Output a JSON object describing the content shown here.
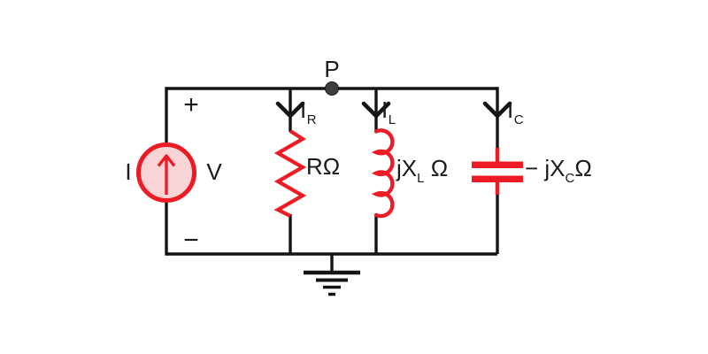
{
  "figure": {
    "type": "parallel-rlc-circuit-diagram",
    "colors": {
      "red": "#ED1C24",
      "pink": "#F9D4D6",
      "wire": "#141414",
      "node": "#3d3d3d",
      "text": "#1a1a1a"
    },
    "node_label": "P",
    "source": {
      "current_label": "I",
      "voltage_label": "V",
      "plus": "+",
      "minus": "−"
    },
    "currents": {
      "resistor": {
        "base": "I",
        "sub": "R"
      },
      "inductor": {
        "base": "I",
        "sub": "L"
      },
      "capacitor": {
        "base": "I",
        "sub": "C"
      }
    },
    "impedances": {
      "resistor": {
        "pre": "RΩ",
        "sub": "",
        "post": ""
      },
      "inductor": {
        "pre": "jX",
        "sub": "L",
        "post": " Ω"
      },
      "capacitor": {
        "pre": "− jX",
        "sub": "C",
        "post": "Ω"
      }
    }
  }
}
